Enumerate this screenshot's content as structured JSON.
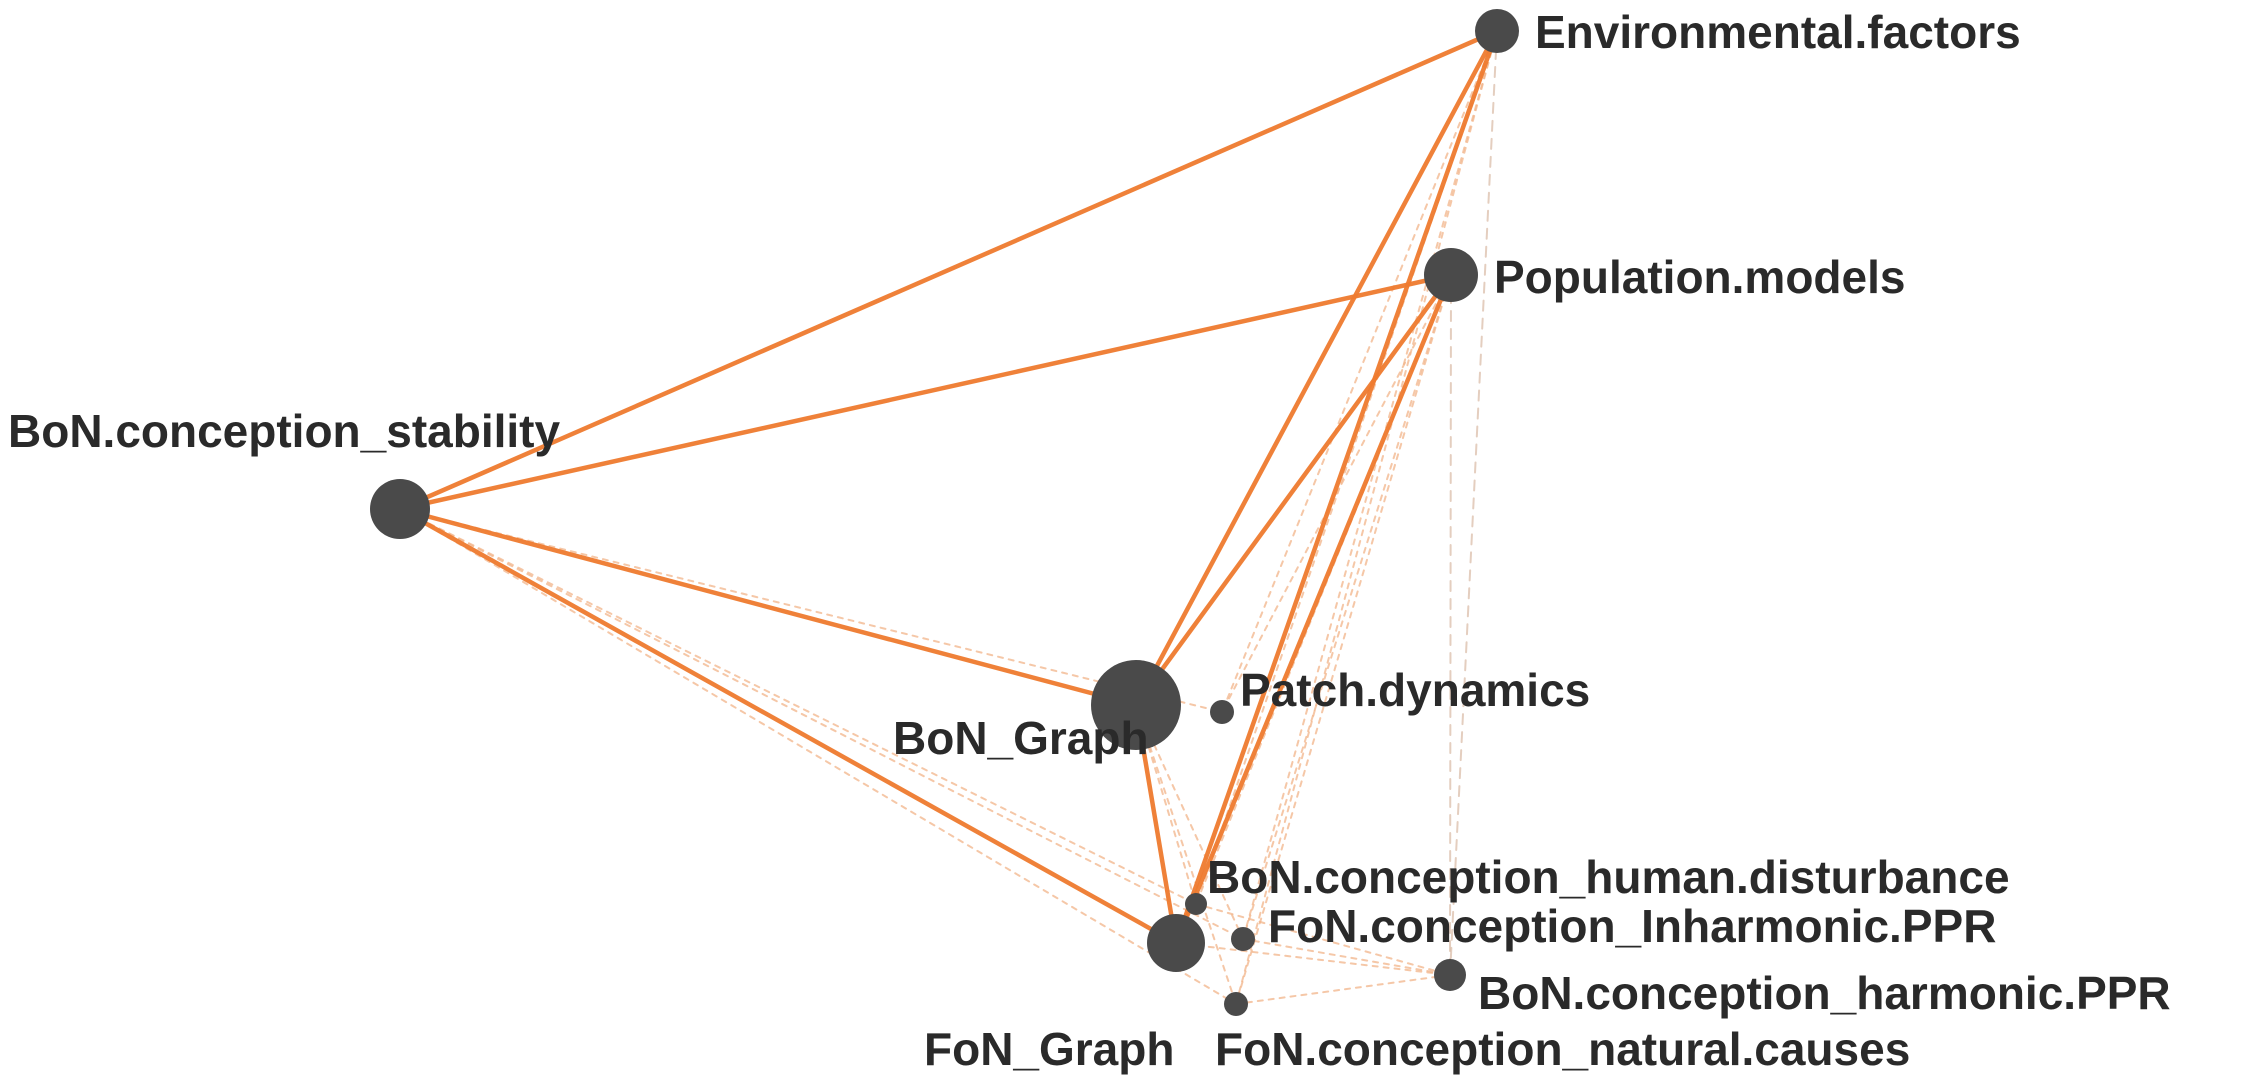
{
  "diagram": {
    "type": "network-graph",
    "colors": {
      "background": "#ffffff",
      "node": "#4a4a4a",
      "label": "#2a2a2a",
      "edge_strong": "#ee7a2e",
      "edge_weak": "#f2b48a",
      "edge_faint": "#d9b9a4"
    },
    "nodes": [
      {
        "id": "env",
        "label": "Environmental.factors"
      },
      {
        "id": "pop",
        "label": "Population.models"
      },
      {
        "id": "stab",
        "label": "BoN.conception_stability"
      },
      {
        "id": "bon",
        "label": "BoN_Graph"
      },
      {
        "id": "patch",
        "label": "Patch.dynamics"
      },
      {
        "id": "human",
        "label": "BoN.conception_human.disturbance"
      },
      {
        "id": "inharm",
        "label": "FoN.conception_Inharmonic.PPR"
      },
      {
        "id": "harm",
        "label": "BoN.conception_harmonic.PPR"
      },
      {
        "id": "fon",
        "label": "FoN_Graph"
      },
      {
        "id": "natural",
        "label": "FoN.conception_natural.causes"
      }
    ],
    "edges": [
      {
        "from": "stab",
        "to": "env",
        "strength": "strong"
      },
      {
        "from": "stab",
        "to": "pop",
        "strength": "strong"
      },
      {
        "from": "stab",
        "to": "bon",
        "strength": "strong"
      },
      {
        "from": "stab",
        "to": "fon",
        "strength": "strong"
      },
      {
        "from": "bon",
        "to": "env",
        "strength": "strong"
      },
      {
        "from": "bon",
        "to": "pop",
        "strength": "strong"
      },
      {
        "from": "bon",
        "to": "fon",
        "strength": "strong"
      },
      {
        "from": "fon",
        "to": "env",
        "strength": "strong"
      },
      {
        "from": "fon",
        "to": "pop",
        "strength": "strong"
      },
      {
        "from": "stab",
        "to": "human",
        "strength": "weak"
      },
      {
        "from": "stab",
        "to": "inharm",
        "strength": "weak"
      },
      {
        "from": "stab",
        "to": "natural",
        "strength": "weak"
      },
      {
        "from": "stab",
        "to": "patch",
        "strength": "weak"
      },
      {
        "from": "env",
        "to": "human",
        "strength": "weak"
      },
      {
        "from": "env",
        "to": "inharm",
        "strength": "weak"
      },
      {
        "from": "env",
        "to": "natural",
        "strength": "weak"
      },
      {
        "from": "env",
        "to": "patch",
        "strength": "weak"
      },
      {
        "from": "pop",
        "to": "human",
        "strength": "weak"
      },
      {
        "from": "pop",
        "to": "inharm",
        "strength": "weak"
      },
      {
        "from": "pop",
        "to": "natural",
        "strength": "weak"
      },
      {
        "from": "pop",
        "to": "patch",
        "strength": "weak"
      },
      {
        "from": "bon",
        "to": "human",
        "strength": "weak"
      },
      {
        "from": "bon",
        "to": "inharm",
        "strength": "weak"
      },
      {
        "from": "bon",
        "to": "natural",
        "strength": "weak"
      },
      {
        "from": "fon",
        "to": "harm",
        "strength": "weak"
      },
      {
        "from": "human",
        "to": "harm",
        "strength": "weak"
      },
      {
        "from": "inharm",
        "to": "harm",
        "strength": "weak"
      },
      {
        "from": "natural",
        "to": "harm",
        "strength": "weak"
      },
      {
        "from": "env",
        "to": "harm",
        "strength": "faint"
      },
      {
        "from": "pop",
        "to": "harm",
        "strength": "faint"
      }
    ]
  }
}
